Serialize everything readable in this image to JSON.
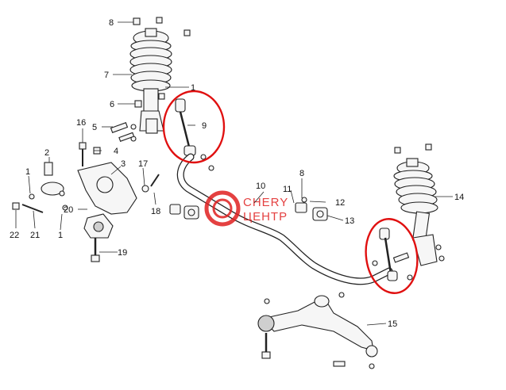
{
  "diagram": {
    "callouts": [
      "1",
      "1",
      "1",
      "2",
      "3",
      "4",
      "5",
      "6",
      "7",
      "8",
      "8",
      "9",
      "10",
      "11",
      "12",
      "13",
      "14",
      "15",
      "16",
      "17",
      "18",
      "19",
      "20",
      "21",
      "22"
    ],
    "watermark": {
      "line1": "CHERY",
      "line2": "ЦЕНТР",
      "color": "#e02020"
    },
    "highlight_color": "#e01010"
  }
}
